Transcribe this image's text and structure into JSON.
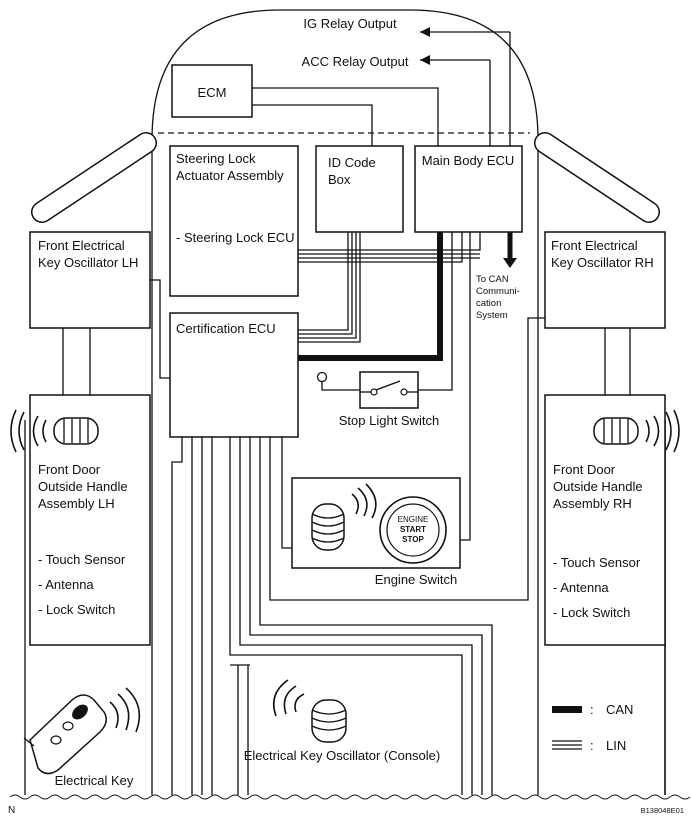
{
  "outputs": {
    "ig_relay": "IG Relay Output",
    "acc_relay": "ACC Relay Output"
  },
  "components": {
    "ecm": "ECM",
    "steering_lock": [
      "Steering Lock",
      "Actuator Assembly"
    ],
    "steering_lock_ecu": "- Steering Lock ECU",
    "id_code_box": [
      "ID Code",
      "Box"
    ],
    "main_body_ecu": "Main Body ECU",
    "key_osc_lh": [
      "Front Electrical",
      "Key Oscillator LH"
    ],
    "key_osc_rh": [
      "Front Electrical",
      "Key Oscillator RH"
    ],
    "certification_ecu": "Certification ECU",
    "to_can": [
      "To CAN",
      "Communi-",
      "cation",
      "System"
    ],
    "stop_light_switch": "Stop Light Switch",
    "door_handle_lh": [
      "Front Door",
      "Outside Handle",
      "Assembly LH"
    ],
    "door_handle_rh": [
      "Front Door",
      "Outside Handle",
      "Assembly RH"
    ],
    "door_items": [
      "- Touch Sensor",
      "- Antenna",
      "- Lock Switch"
    ],
    "engine_switch": "Engine Switch",
    "engine_button": [
      "ENGINE",
      "START",
      "STOP"
    ],
    "key_osc_console": "Electrical Key Oscillator (Console)",
    "electrical_key": "Electrical Key"
  },
  "legend": {
    "can": "CAN",
    "lin": "LIN",
    "separator": ":"
  },
  "footer": {
    "corner_left": "N",
    "figure_id": "B138048E01"
  }
}
